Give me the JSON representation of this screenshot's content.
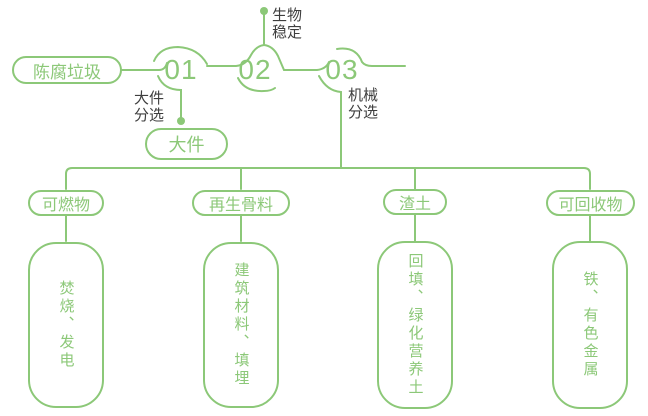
{
  "colors": {
    "green": "#8CC878",
    "label_dark": "#3E3E3E",
    "background": "#FFFFFF"
  },
  "root_pill": {
    "label": "陈腐垃圾"
  },
  "steps": [
    {
      "num": "01",
      "label_lines": [
        "大件",
        "分选"
      ],
      "output": "大件"
    },
    {
      "num": "02",
      "label_lines": [
        "生物",
        "稳定"
      ]
    },
    {
      "num": "03",
      "label_lines": [
        "机械",
        "分选"
      ]
    }
  ],
  "outputs": [
    {
      "category": "可燃物",
      "result": "焚烧、发电"
    },
    {
      "category": "再生骨料",
      "result": "建筑材料、填埋"
    },
    {
      "category": "渣土",
      "result": "回填、绿化营养土"
    },
    {
      "category": "可回收物",
      "result": "铁、有色金属"
    }
  ]
}
